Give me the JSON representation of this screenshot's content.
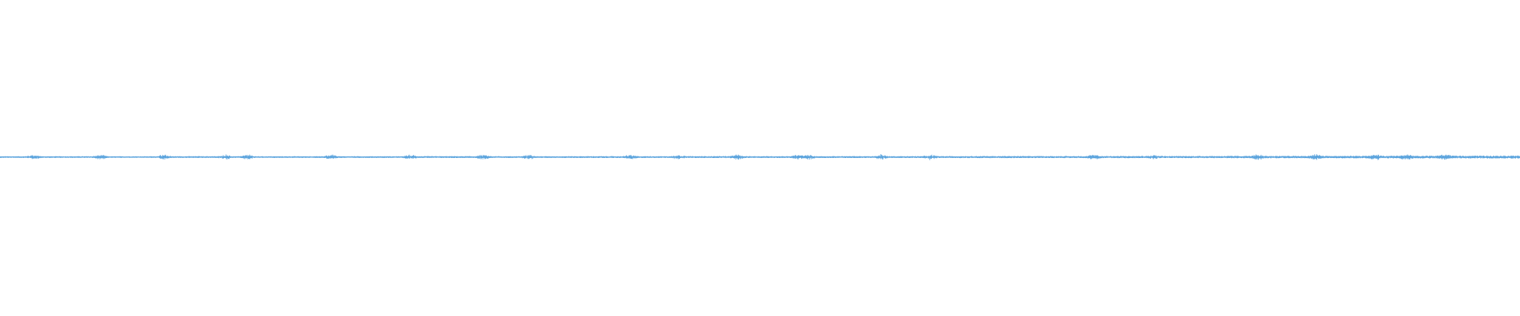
{
  "waveform": {
    "color": "#5aa3dd",
    "background": "#ffffff",
    "baseline_fraction": 0.497,
    "amplitude_profile": [
      0.0021,
      0.0022,
      0.002,
      0.0024,
      0.0021,
      0.0023,
      0.0022,
      0.0025,
      0.0022,
      0.0024,
      0.0023,
      0.0026,
      0.0024,
      0.0025,
      0.0024,
      0.0028,
      0.0026,
      0.0029,
      0.0028,
      0.0032,
      0.0031,
      0.0035,
      0.0036,
      0.004
    ],
    "burst_positions": [
      0.022,
      0.066,
      0.108,
      0.148,
      0.163,
      0.218,
      0.27,
      0.318,
      0.348,
      0.415,
      0.446,
      0.485,
      0.525,
      0.532,
      0.58,
      0.612,
      0.72,
      0.76,
      0.828,
      0.865,
      0.905,
      0.925,
      0.95
    ]
  }
}
